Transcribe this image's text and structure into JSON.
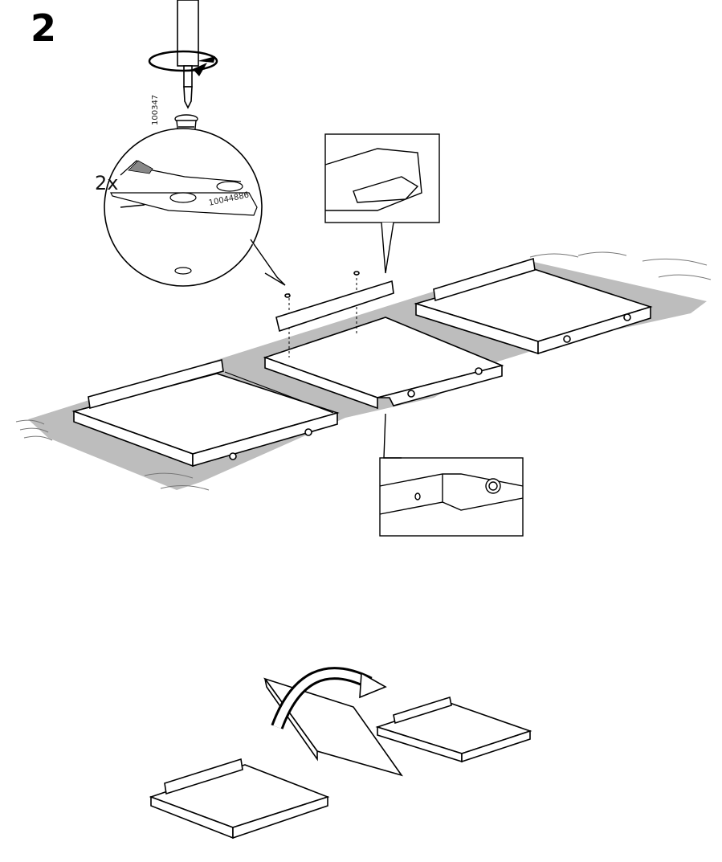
{
  "step": {
    "number": "2"
  },
  "screw_callout": {
    "quantity": "2x",
    "screw_part_number": "100347",
    "panel_part_number": "10044886"
  },
  "icons": {
    "screwdriver": "screwdriver-icon",
    "rotation_arrow": "clockwise-rotation-icon",
    "flip_arrow": "flip-arrow-icon"
  }
}
